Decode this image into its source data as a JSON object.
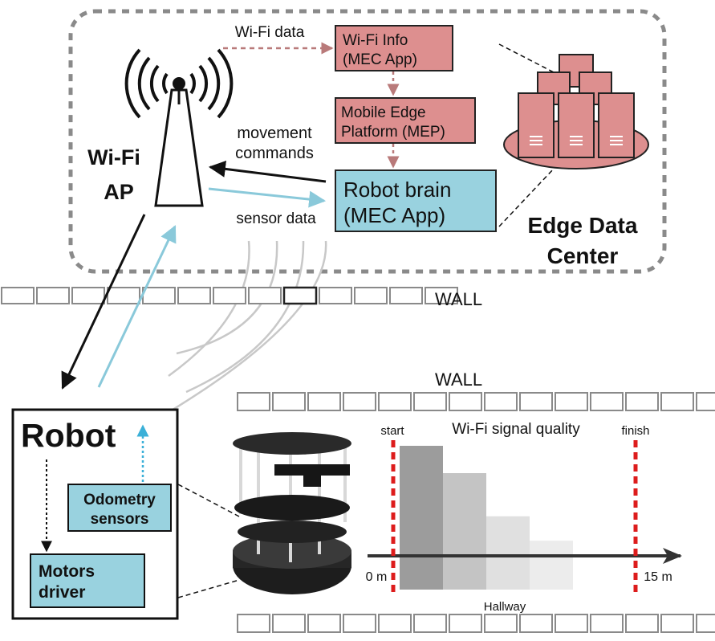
{
  "edge": {
    "wifi_data": "Wi-Fi data",
    "wifi_info": [
      "Wi-Fi Info",
      "(MEC App)"
    ],
    "mep": [
      "Mobile Edge",
      "Platform (MEP)"
    ],
    "movement": [
      "movement",
      "commands"
    ],
    "robot_brain": [
      "Robot brain",
      "(MEC App)"
    ],
    "sensor_data": "sensor data",
    "center": [
      "Edge Data",
      "Center"
    ]
  },
  "ap": [
    "Wi-Fi",
    "AP"
  ],
  "wall_top": "WALL",
  "wall_mid": "WALL",
  "robot": {
    "title": "Robot",
    "odometry": [
      "Odometry",
      "sensors"
    ],
    "motors": [
      "Motors",
      "driver"
    ]
  },
  "hallway": {
    "title": "Wi-Fi signal quality",
    "start": "start",
    "finish": "finish",
    "zero": "0 m",
    "end": "15 m",
    "label": "Hallway"
  },
  "chart_data": {
    "type": "bar",
    "title": "Wi-Fi signal quality",
    "xlabel": "Hallway",
    "ylabel": "",
    "categories": [
      "",
      "",
      "",
      ""
    ],
    "values": [
      1.0,
      0.81,
      0.51,
      0.34
    ],
    "colors": [
      "#9c9c9c",
      "#c4c4c4",
      "#e0e0e0",
      "#ececec"
    ],
    "x_range_labels": [
      "0 m",
      "15 m"
    ],
    "markers": [
      "start",
      "finish"
    ],
    "ylim": [
      0,
      1
    ]
  },
  "colors": {
    "mec_box": "#dd8f8f",
    "robot_brain": "#99d2df",
    "sensor_arrow": "#8ac9da",
    "command_arrow": "#222222",
    "wifi_arrow": "#b97a7a",
    "dashed_border": "#8a8a8a",
    "marker_red": "#dd1c1c"
  }
}
